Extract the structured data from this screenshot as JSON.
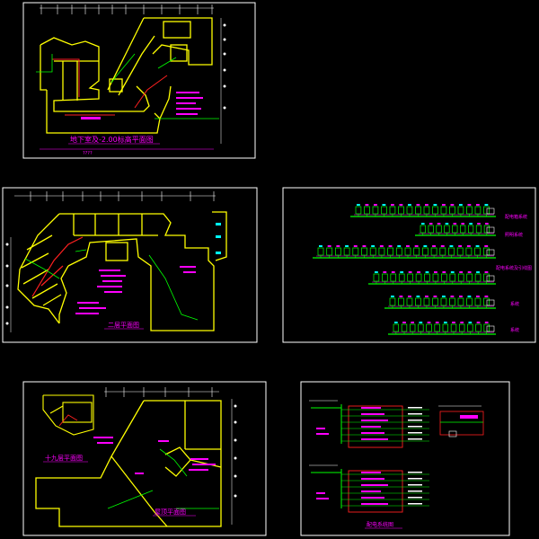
{
  "colors": {
    "background": "#000000",
    "frame": "#ffffff",
    "wall": "#ffff00",
    "annotation": "#ff00ff",
    "wire": "#00ff00",
    "dim": "#00ffff",
    "accent_red": "#ff2020"
  },
  "sheets": {
    "top_left": {
      "title": "地下室及-2.00标高平面图",
      "dim_label": "????"
    },
    "mid_left": {
      "title": "二层平面图"
    },
    "bottom_left": {
      "title_a": "十九层平面图",
      "title_b": "屋顶平面图"
    },
    "right_risers": {
      "labels": [
        "配电箱系统",
        "照明系统",
        "配电系统及引线图",
        "系统",
        "系统"
      ]
    },
    "bottom_right": {
      "title": "配电系统图"
    }
  }
}
